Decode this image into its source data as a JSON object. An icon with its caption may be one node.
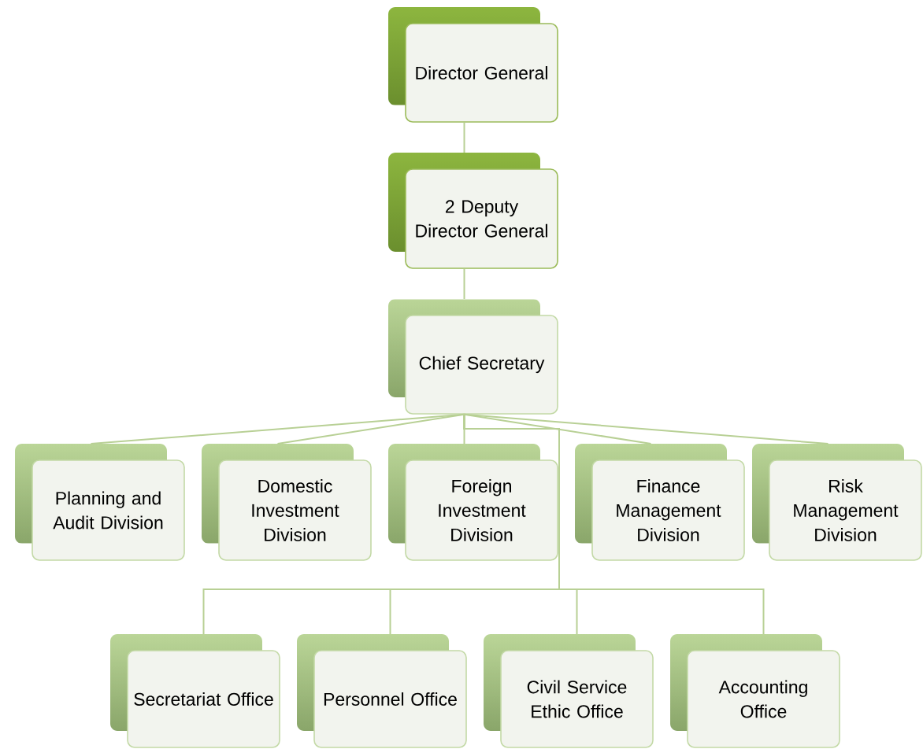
{
  "diagram": {
    "nodes": [
      {
        "text": [
          "Director General"
        ]
      },
      {
        "text": [
          "2 Deputy Director General"
        ]
      },
      {
        "text": [
          "Chief Secretary"
        ]
      },
      {
        "text": [
          "Planning and Audit Division"
        ]
      },
      {
        "text": [
          "Domestic Investment Division"
        ]
      },
      {
        "text": [
          "Foreign Investment Division"
        ]
      },
      {
        "text": [
          "Finance Management Division"
        ]
      },
      {
        "text": [
          "Risk Management Division"
        ]
      },
      {
        "text": [
          "Secretariat Office"
        ]
      },
      {
        "text": [
          "Personnel Office"
        ]
      },
      {
        "text": [
          "Civil Service Ethic Office"
        ]
      },
      {
        "text": [
          "Accounting Office"
        ]
      }
    ],
    "edges": [
      {
        "from": 0,
        "to": 1,
        "arrow": "none"
      },
      {
        "from": 1,
        "to": 2,
        "arrow": "none"
      },
      {
        "from": 2,
        "to": 3,
        "arrow": "none"
      },
      {
        "from": 2,
        "to": 4,
        "arrow": "none"
      },
      {
        "from": 2,
        "to": 5,
        "arrow": "none"
      },
      {
        "from": 2,
        "to": 6,
        "arrow": "none"
      },
      {
        "from": 2,
        "to": 7,
        "arrow": "none"
      },
      {
        "from": 2,
        "to": 8,
        "arrow": "none"
      },
      {
        "from": 2,
        "to": 9,
        "arrow": "none"
      },
      {
        "from": 2,
        "to": 10,
        "arrow": "none"
      },
      {
        "from": 2,
        "to": 11,
        "arrow": "none"
      }
    ]
  }
}
